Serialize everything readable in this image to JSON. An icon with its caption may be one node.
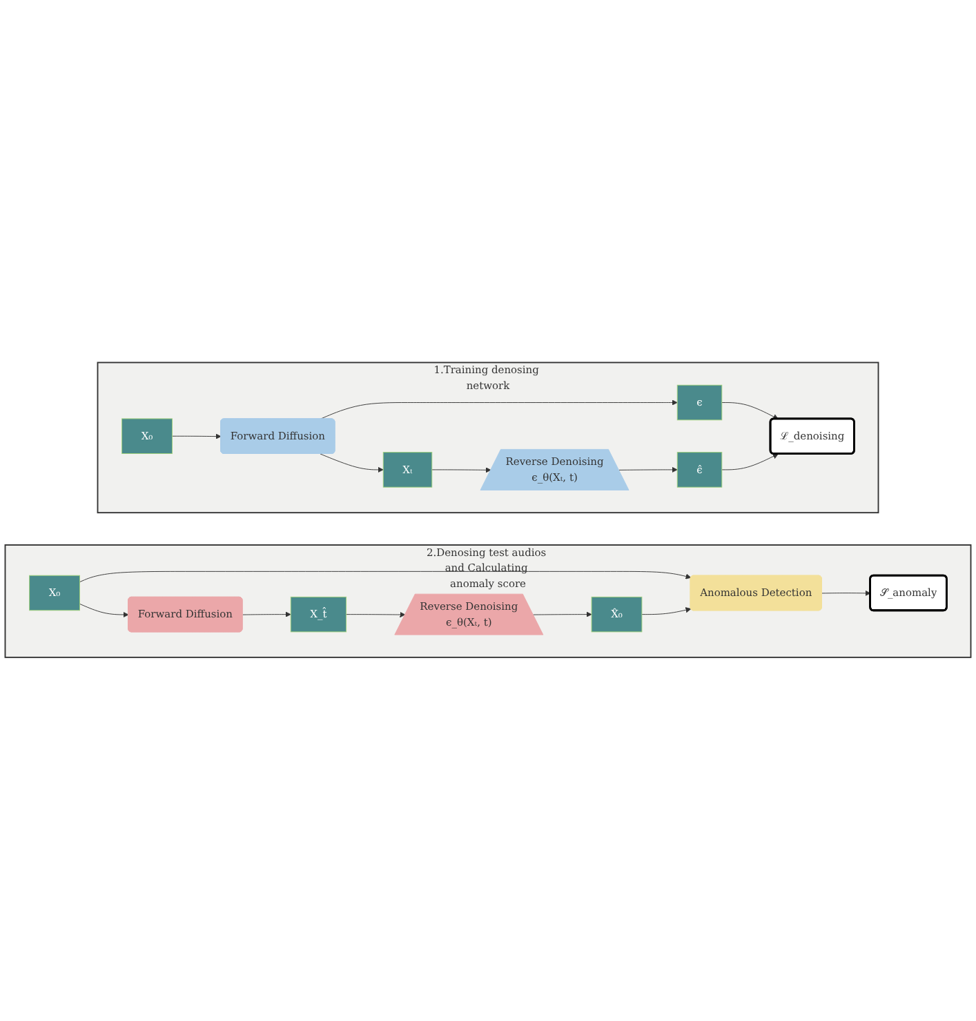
{
  "diagram": {
    "nodes": [
      {
        "text": [
          "1.Training denosing network"
        ]
      },
      {
        "text": [
          "X₀"
        ],
        "in": 0
      },
      {
        "text": [
          "Forward Diffusion"
        ],
        "in": 0
      },
      {
        "text": [
          "ϵ"
        ],
        "in": 0
      },
      {
        "text": [
          "ℒ_denoising"
        ],
        "in": 0
      },
      {
        "text": [
          "Xₜ"
        ],
        "in": 0
      },
      {
        "text": [
          "Reverse Denoising",
          "ϵ_θ(Xₜ, t)"
        ],
        "in": 0
      },
      {
        "text": [
          "ϵ̂"
        ],
        "in": 0
      },
      {
        "text": [
          "2.Denosing test audios and Calculating anomaly score"
        ]
      },
      {
        "text": [
          "X₀"
        ],
        "in": 8
      },
      {
        "text": [
          "Forward Diffusion"
        ],
        "in": 8
      },
      {
        "text": [
          "X_t̂"
        ],
        "in": 8
      },
      {
        "text": [
          "Reverse Denoising",
          "ϵ_θ(Xₜ, t)"
        ],
        "in": 8
      },
      {
        "text": [
          "X̂₀"
        ],
        "in": 8
      },
      {
        "text": [
          "Anomalous Detection"
        ],
        "in": 8
      },
      {
        "text": [
          "𝒮_anomaly"
        ],
        "in": 8
      }
    ],
    "edges": [
      {
        "from": 1,
        "to": 2,
        "arrow": "to"
      },
      {
        "from": 2,
        "to": 3,
        "arrow": "to"
      },
      {
        "from": 3,
        "to": 4,
        "arrow": "to"
      },
      {
        "from": 2,
        "to": 5,
        "arrow": "to"
      },
      {
        "from": 5,
        "to": 6,
        "arrow": "to"
      },
      {
        "from": 6,
        "to": 7,
        "arrow": "to"
      },
      {
        "from": 7,
        "to": 4,
        "arrow": "to"
      },
      {
        "from": 9,
        "to": 10,
        "arrow": "to"
      },
      {
        "from": 10,
        "to": 11,
        "arrow": "to"
      },
      {
        "from": 11,
        "to": 12,
        "arrow": "to"
      },
      {
        "from": 12,
        "to": 13,
        "arrow": "to"
      },
      {
        "from": 9,
        "to": 14,
        "arrow": "to"
      },
      {
        "from": 13,
        "to": 14,
        "arrow": "to"
      },
      {
        "from": 14,
        "to": 15,
        "arrow": "to"
      }
    ]
  }
}
